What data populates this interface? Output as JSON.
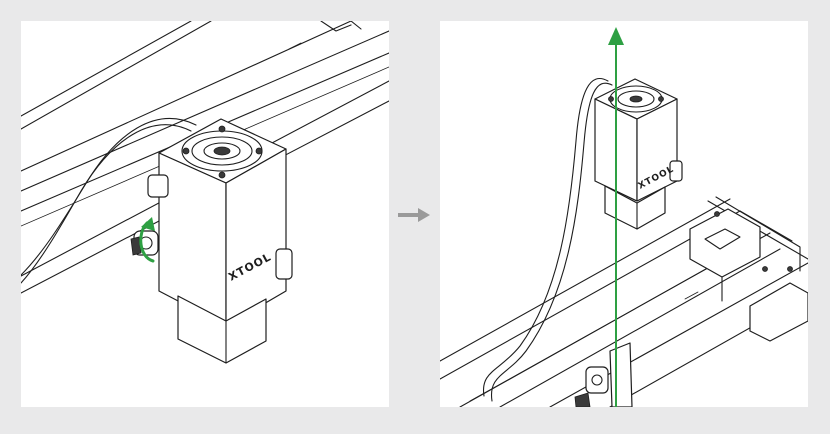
{
  "steps": [
    {
      "brand": "XTOOL",
      "action": "rotate-knob",
      "action_color": "#2ea043"
    },
    {
      "brand": "XTOOL",
      "action": "lift-module-up",
      "action_color": "#2ea043"
    }
  ],
  "connector": {
    "icon": "arrow-right-icon",
    "color": "#9a9a9a"
  }
}
